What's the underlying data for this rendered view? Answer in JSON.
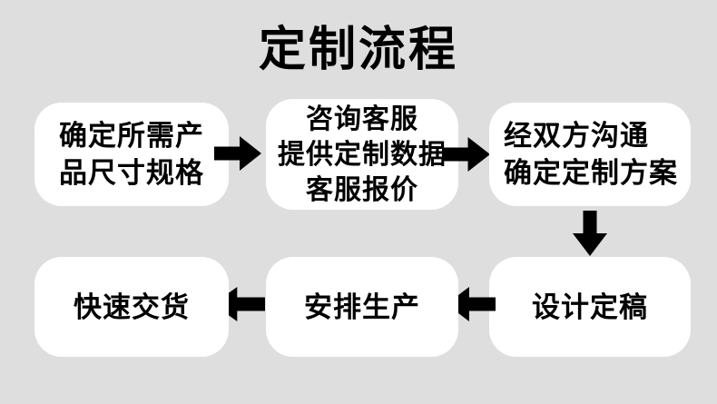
{
  "page": {
    "title": "定制流程",
    "background_color": "#dedede",
    "box_color": "#ffffff",
    "text_color": "#000000",
    "arrow_color": "#000000"
  },
  "flow": {
    "steps": [
      {
        "order": 1,
        "lines": [
          "确定所需产",
          "品尺寸规格"
        ]
      },
      {
        "order": 2,
        "lines": [
          "咨询客服",
          "提供定制数据",
          "客服报价"
        ]
      },
      {
        "order": 3,
        "lines": [
          "经双方沟通",
          "确定定制方案"
        ]
      },
      {
        "order": 4,
        "lines": [
          "设计定稿"
        ]
      },
      {
        "order": 5,
        "lines": [
          "安排生产"
        ]
      },
      {
        "order": 6,
        "lines": [
          "快速交货"
        ]
      }
    ],
    "arrows": [
      {
        "from": 1,
        "to": 2,
        "direction": "right"
      },
      {
        "from": 2,
        "to": 3,
        "direction": "right"
      },
      {
        "from": 3,
        "to": 4,
        "direction": "down"
      },
      {
        "from": 4,
        "to": 5,
        "direction": "left"
      },
      {
        "from": 5,
        "to": 6,
        "direction": "left"
      }
    ]
  }
}
